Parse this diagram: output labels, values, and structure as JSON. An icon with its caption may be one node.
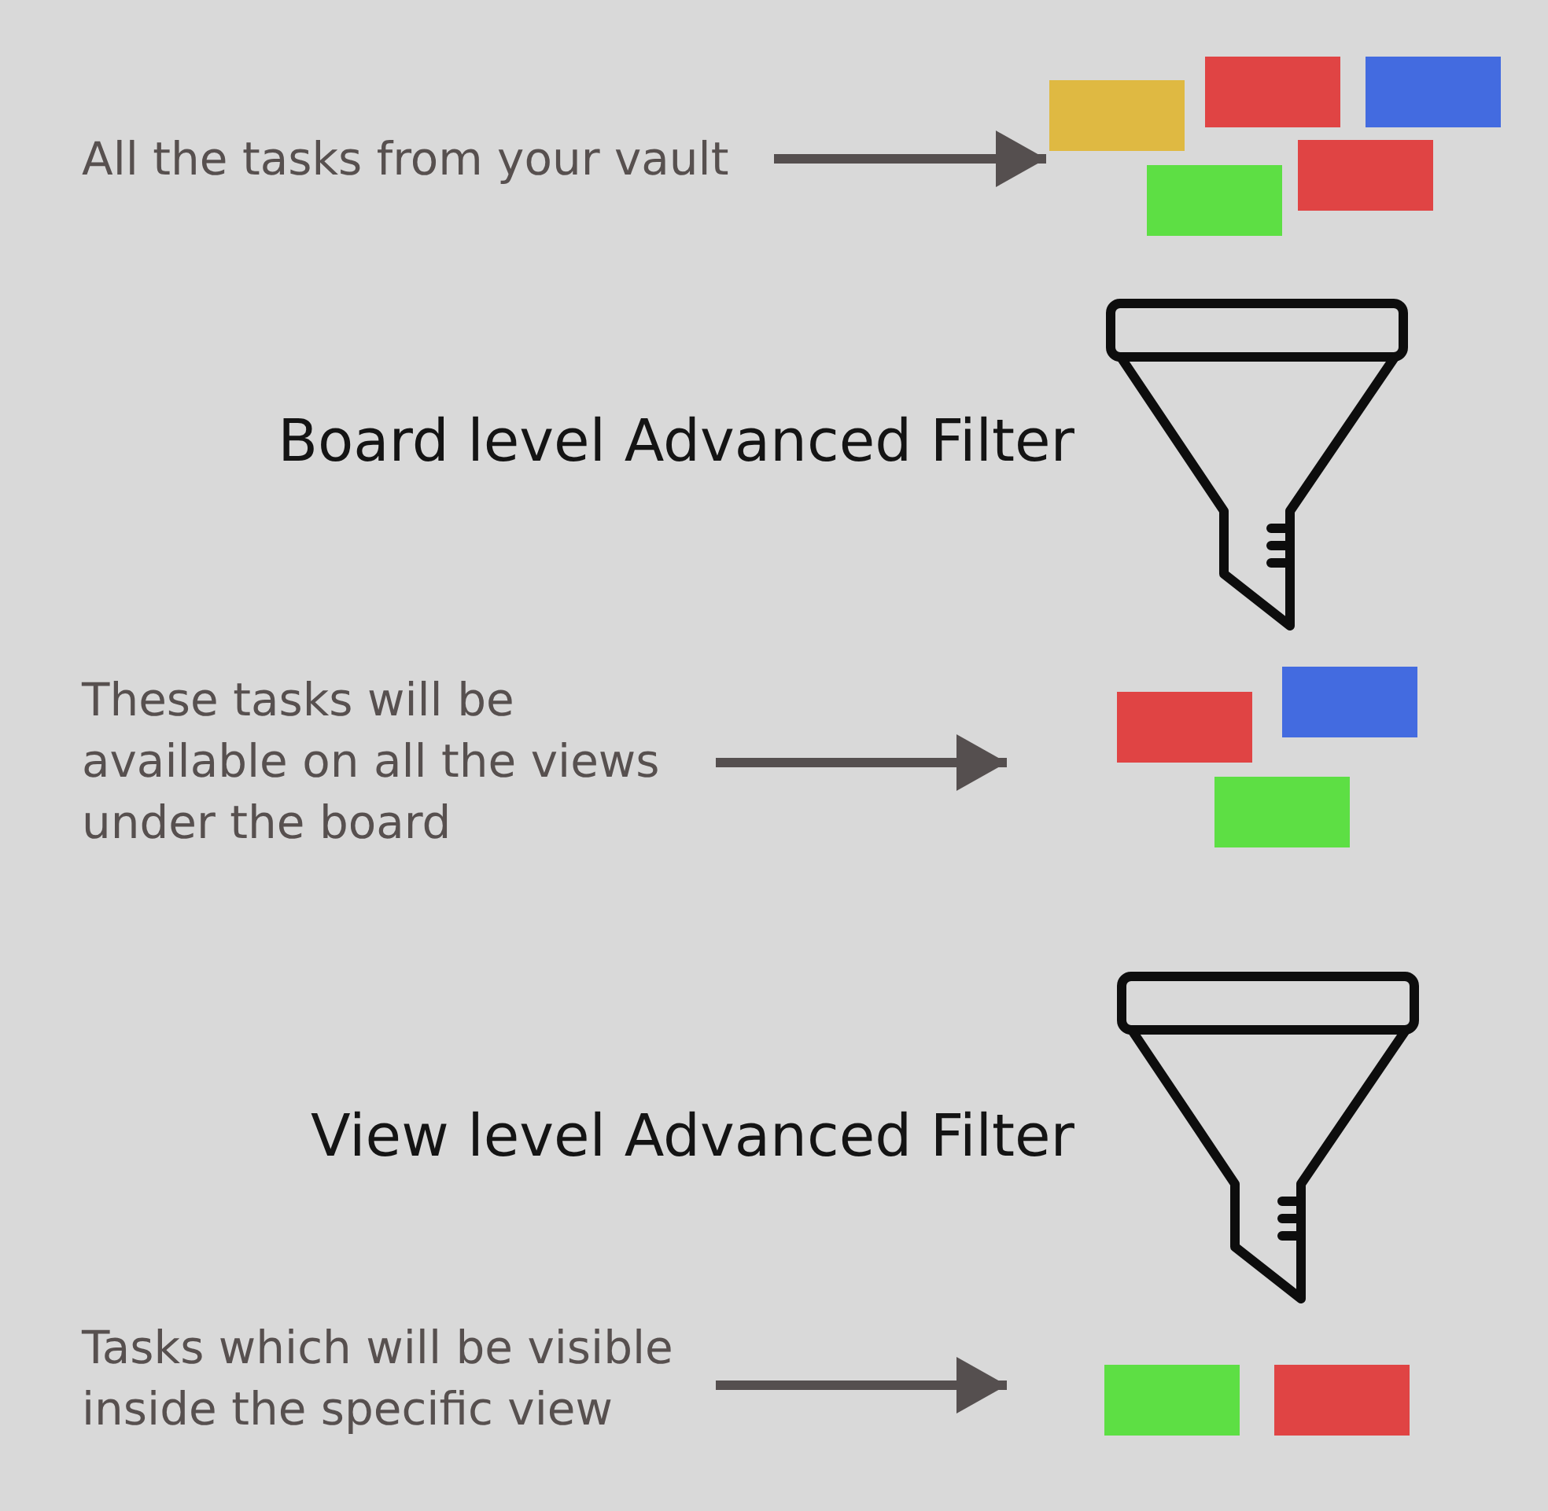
{
  "diagram": {
    "nodes": [
      {
        "text": [
          "All the tasks from your vault"
        ]
      },
      {
        "text": [],
        "shape": "box"
      },
      {
        "text": [],
        "shape": "box"
      },
      {
        "text": [],
        "shape": "box"
      },
      {
        "text": [],
        "shape": "box"
      },
      {
        "text": [],
        "shape": "box"
      },
      {
        "text": [],
        "shape": "picture",
        "beside": [
          "Board level Advanced Filter"
        ]
      },
      {
        "text": [
          "These tasks will be available on all the views under the board"
        ]
      },
      {
        "text": [],
        "shape": "box"
      },
      {
        "text": [],
        "shape": "box"
      },
      {
        "text": [],
        "shape": "box"
      },
      {
        "text": [],
        "shape": "picture",
        "beside": [
          "View level Advanced Filter"
        ]
      },
      {
        "text": [
          "Tasks which will be visible inside the specific view"
        ]
      },
      {
        "text": [],
        "shape": "box"
      },
      {
        "text": [],
        "shape": "box"
      }
    ],
    "edges": [
      {
        "from": 0,
        "to": 1,
        "arrow": "to"
      },
      {
        "from": 7,
        "to": null,
        "arrow": "to"
      },
      {
        "from": 12,
        "to": null,
        "arrow": "to"
      }
    ]
  }
}
